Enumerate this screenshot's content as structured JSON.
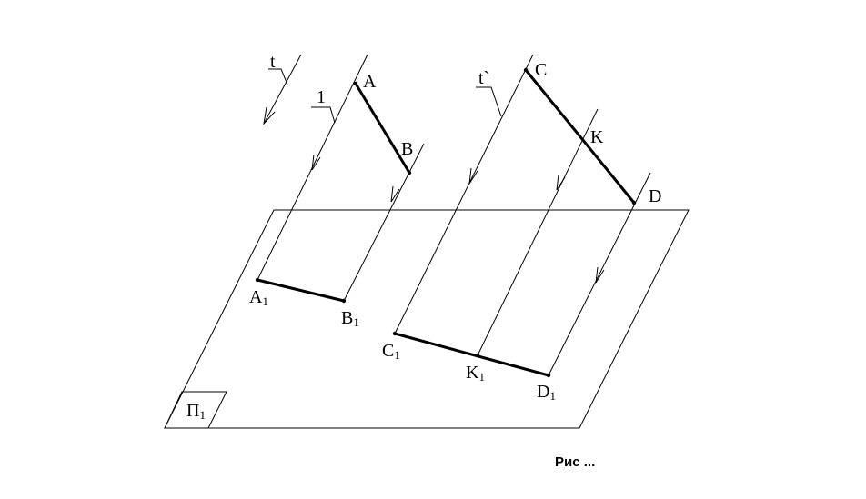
{
  "figure": {
    "caption": "Рис ...",
    "plane_label": {
      "main": "П",
      "sub": "1"
    },
    "direction_labels": {
      "t": "t",
      "t_prime": "t`",
      "one": "1"
    },
    "points": {
      "A": "A",
      "B": "B",
      "C": "C",
      "K": "K",
      "D": "D"
    },
    "projections": {
      "A1": {
        "main": "A",
        "sub": "1"
      },
      "B1": {
        "main": "B",
        "sub": "1"
      },
      "C1": {
        "main": "C",
        "sub": "1"
      },
      "K1": {
        "main": "K",
        "sub": "1"
      },
      "D1": {
        "main": "D",
        "sub": "1"
      }
    }
  }
}
